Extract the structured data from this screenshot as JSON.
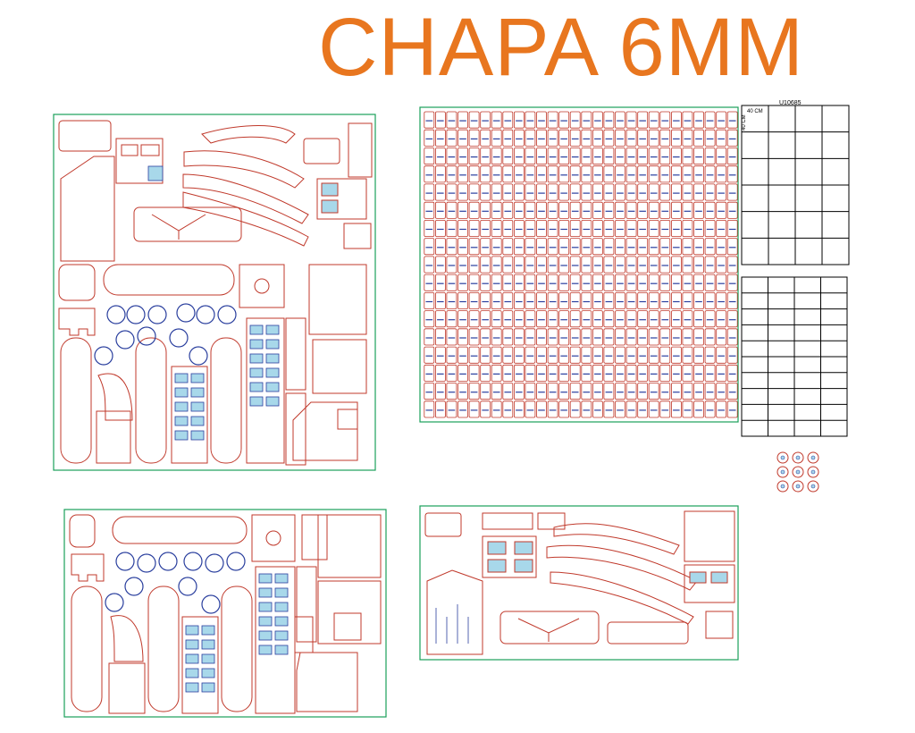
{
  "title": "CHAPA 6MM",
  "colors": {
    "accent": "#e8761f",
    "cut_line": "#c0392b",
    "engrave": "#2a3f9e",
    "sheet_border": "#1aa05a",
    "part_fill": "#a8d8ea",
    "grid_line": "#000000"
  },
  "grid_top": {
    "code": "U10685",
    "width_label": "40 CM",
    "height_label": "40 CM",
    "rows": 6,
    "cols": 4
  },
  "grid_bottom": {
    "rows": 10,
    "cols": 4
  },
  "tile_sheet": {
    "rows": 17,
    "cols": 28
  }
}
